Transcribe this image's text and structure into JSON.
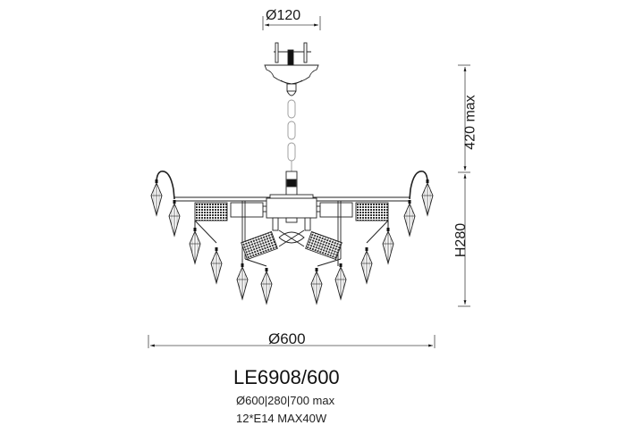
{
  "drawing": {
    "subject": "chandelier technical drawing",
    "dimensions": {
      "canopy_diameter": "Ø120",
      "overall_diameter": "Ø600",
      "chain_height": "420 max",
      "body_height": "H280"
    }
  },
  "product": {
    "model": "LE6908/600",
    "size_spec": "Ø600|280|700 max",
    "lamp_spec": "12*E14 MAX40W"
  },
  "colors": {
    "line": "#1a1a1a",
    "dimension_line": "#444444",
    "background": "#ffffff"
  }
}
